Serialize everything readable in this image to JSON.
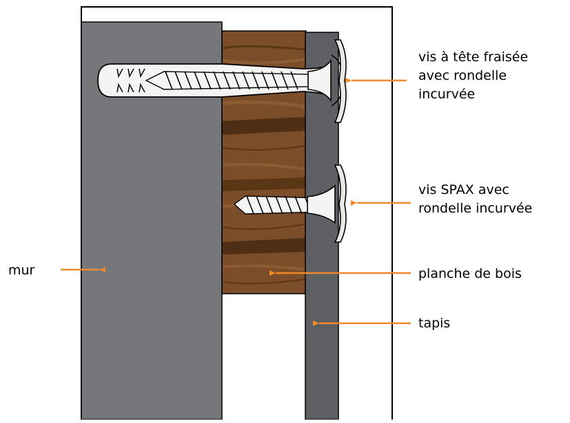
{
  "labels": {
    "countersunk_screw": [
      "vis à tête fraisée",
      "avec rondelle",
      "incurvée"
    ],
    "spax_screw": [
      "vis SPAX avec",
      "rondelle incurvée"
    ],
    "wall": "mur",
    "wood_board": "planche de bois",
    "carpet": "tapis"
  },
  "colors": {
    "wall": "#76777a",
    "carpet": "#5e5f62",
    "wood": "#7b4d28",
    "wood_dark": "#4e2e14",
    "screw": "#f4f4f2",
    "arrow": "#ee8a2b",
    "frame": "#000000"
  }
}
